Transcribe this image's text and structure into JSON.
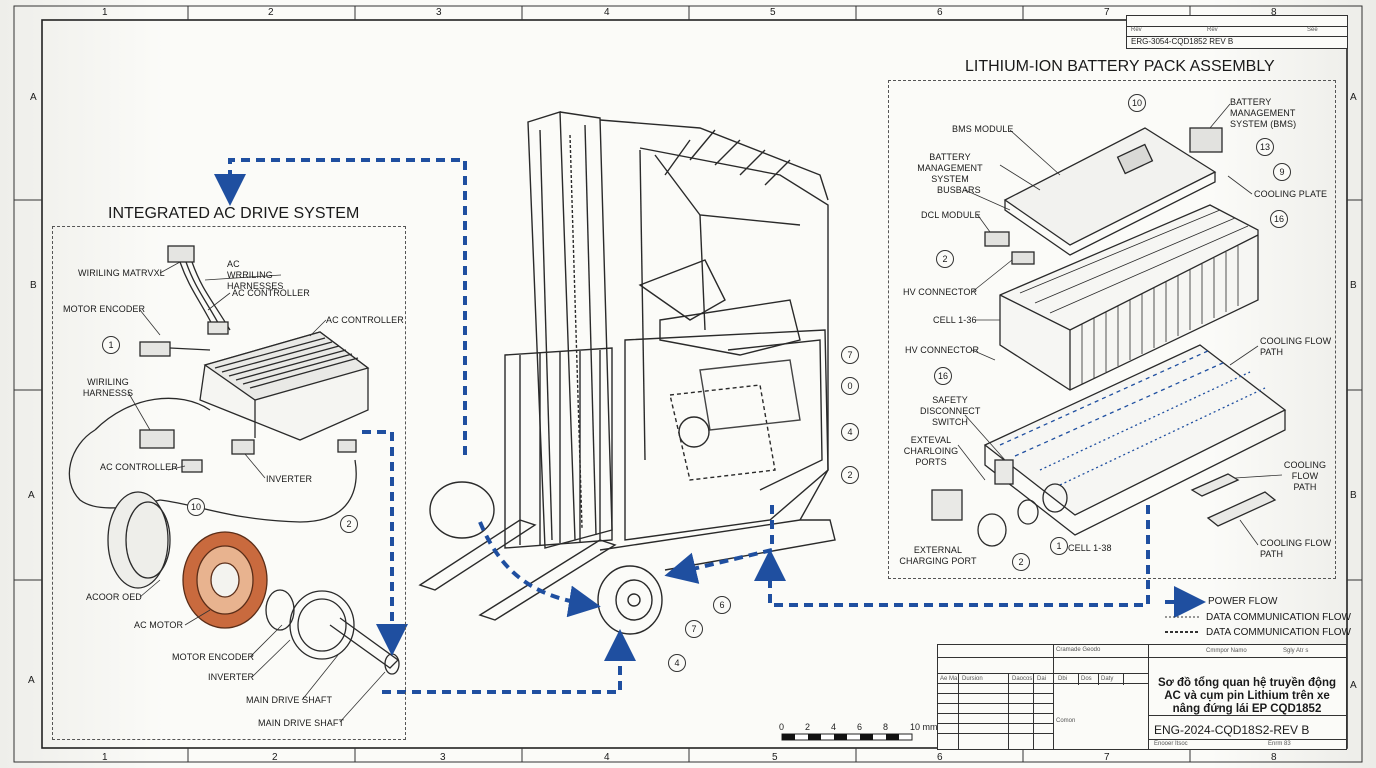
{
  "zones": {
    "top": [
      "1",
      "2",
      "3",
      "4",
      "5",
      "6",
      "7",
      "8"
    ],
    "left": [
      "A",
      "B",
      "A",
      "A"
    ],
    "right": [
      "A",
      "B",
      "B",
      "A"
    ],
    "bottom": [
      "1",
      "2",
      "3",
      "4",
      "5",
      "6",
      "7",
      "8"
    ]
  },
  "revision_block": {
    "col1": "Rev",
    "col2": "Rev",
    "col3": "See",
    "number": "ERG-3054-CQD1852 REV B"
  },
  "drive_system": {
    "title": "INTEGRATED AC DRIVE SYSTEM",
    "labels": [
      "WIRILING MATRVXL",
      "AC WRRILING HARNESSES",
      "AC CONTROLLER",
      "MOTOR ENCODER",
      "AC CONTROLLER",
      "WIRILING HARNESSS",
      "AC CONTROLLER",
      "INVERTER",
      "ACOOR OED",
      "AC MOTOR",
      "MOTOR ENCODER",
      "INVERTER",
      "MAIN DRIVE SHAFT",
      "MAIN DRIVE SHAFT"
    ],
    "callouts": [
      "1",
      "10",
      "2"
    ]
  },
  "battery": {
    "title": "LITHIUM-ION BATTERY PACK ASSEMBLY",
    "labels": [
      "BMS MODULE",
      "BATTERY MANAGEMENT SYSTEM",
      "BUSBARS",
      "DCL MODULE",
      "HV CONNECTOR",
      "CELL 1-36",
      "HV CONNECTOR",
      "SAFETY DISCONNECT SWITCH",
      "EXTEVAL CHARLOING PORTS",
      "EXTERNAL CHARGING PORT",
      "BATTERY MANAGEMENT SYSTEM (BMS)",
      "COOLING PLATE",
      "COOLING FLOW PATH",
      "COOLING FLOW PATH",
      "COOLING FLOW PATH",
      "CELL 1-38"
    ],
    "callouts": [
      "10",
      "13",
      "9",
      "16",
      "2",
      "16",
      "2",
      "1"
    ]
  },
  "truck_callouts": [
    "7",
    "0",
    "4",
    "2",
    "6",
    "7",
    "4"
  ],
  "legend": {
    "items": [
      "POWER FLOW",
      "DATA COMMUNICATION FLOW",
      "DATA COMMUNICATION FLOW"
    ],
    "colors": {
      "power": "#1f4fa0",
      "data": "#333333"
    }
  },
  "scale": {
    "ticks": [
      "0",
      "2",
      "4",
      "6",
      "8",
      "10 mm"
    ]
  },
  "title_block": {
    "title": "Sơ đồ tổng quan hệ truyền động AC và cụm pin Lithium trên xe nâng đứng lái EP CQD1852",
    "drawing_number": "ENG-2024-CQD18S2-REV B",
    "header_left": "Cramade Geodo",
    "header_mid": "Cmmpor Namo",
    "header_right": "Sgly Atr s",
    "footer_left": "Enooer Itsoc",
    "footer_right": "Enrm 83",
    "grid_labels": [
      "Ae Ma",
      "Dursion",
      "Daocos",
      "Dai",
      "Dbi",
      "Dos",
      "Daty",
      "Comon"
    ]
  }
}
